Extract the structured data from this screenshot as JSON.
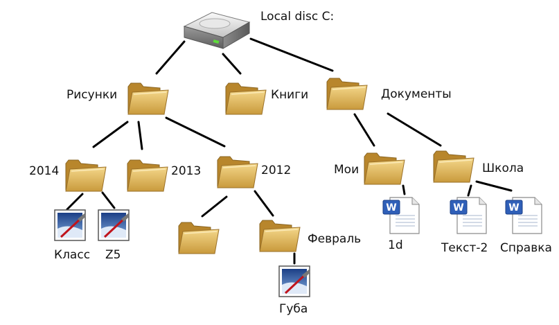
{
  "root": {
    "label": "Local disc C:",
    "icon": "hard-drive-icon"
  },
  "folders": {
    "pictures": {
      "label": "Рисунки",
      "icon": "folder-icon"
    },
    "books": {
      "label": "Книги",
      "icon": "folder-icon"
    },
    "documents": {
      "label": "Документы",
      "icon": "folder-icon"
    },
    "y2014": {
      "label": "2014",
      "icon": "folder-icon"
    },
    "y2013": {
      "label": "2013",
      "icon": "folder-icon"
    },
    "y2012": {
      "label": "2012",
      "icon": "folder-icon"
    },
    "unnamed": {
      "label": "",
      "icon": "folder-icon"
    },
    "february": {
      "label": "Февраль",
      "icon": "folder-icon"
    },
    "mine": {
      "label": "Мои",
      "icon": "folder-icon"
    },
    "school": {
      "label": "Школа",
      "icon": "folder-icon"
    }
  },
  "files": {
    "klass": {
      "label": "Класс",
      "icon": "image-file-icon"
    },
    "z5": {
      "label": "Z5",
      "icon": "image-file-icon"
    },
    "guba": {
      "label": "Губа",
      "icon": "image-file-icon"
    },
    "d1": {
      "label": "1d",
      "icon": "word-document-icon"
    },
    "text2": {
      "label": "Текст-2",
      "icon": "word-document-icon"
    },
    "spravka": {
      "label": "Справка",
      "icon": "word-document-icon"
    }
  }
}
